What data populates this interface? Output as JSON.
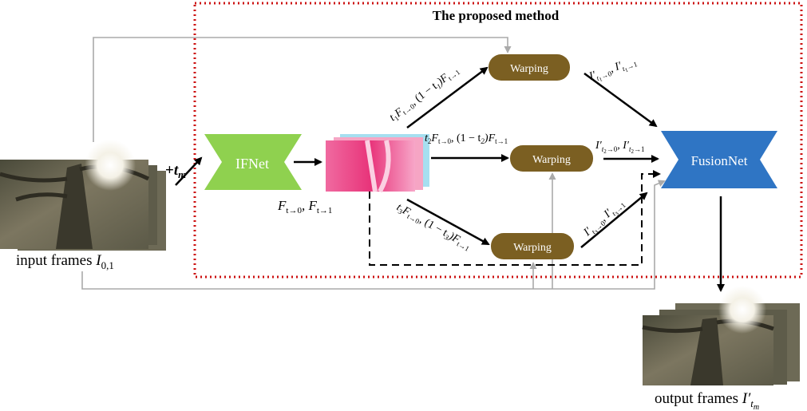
{
  "title": "The proposed method",
  "ifnet_label": "IFNet",
  "fusionnet_label": "FusionNet",
  "warping_labels": [
    "Warping",
    "Warping",
    "Warping"
  ],
  "input_caption": {
    "text": "input frames ",
    "sym": "I",
    "sub": "0,1"
  },
  "output_caption": {
    "text": "output frames ",
    "sym": "I′",
    "sub": "t",
    "subsub": "m"
  },
  "tm_label": {
    "plus": "+",
    "t": "t",
    "m": "m"
  },
  "flow_label": {
    "a": "F",
    "a_sub": "t→0",
    "b": ", F",
    "b_sub": "t→1"
  },
  "edge_labels": {
    "top": {
      "pre": "t",
      "pre_sub": "1",
      "mid": "F",
      "mid_sub": "t→0",
      "comma": ", (1 − t",
      "c_sub": "1",
      "close": ")F",
      "e_sub": "t→1"
    },
    "middle": {
      "pre": "t",
      "pre_sub": "2",
      "mid": "F",
      "mid_sub": "t→0",
      "comma": ", (1 − t",
      "c_sub": "2",
      "close": ")F",
      "e_sub": "t→1"
    },
    "bottom": {
      "pre": "t",
      "pre_sub": "3",
      "mid": "F",
      "mid_sub": "t→0",
      "comma": ", (1 − t",
      "c_sub": "3",
      "close": ")F",
      "e_sub": "t→1"
    }
  },
  "warp_out_labels": {
    "top": {
      "a": "I′",
      "a_sub": "t",
      "a_subsub": "1",
      "a_arrow": "→0",
      "b": ", I′",
      "b_sub": "t",
      "b_subsub": "1",
      "b_arrow": "→1"
    },
    "middle": {
      "a": "I′",
      "a_sub": "t",
      "a_subsub": "2",
      "a_arrow": "→0",
      "b": ", I′",
      "b_sub": "t",
      "b_subsub": "2",
      "b_arrow": "→1"
    },
    "bottom": {
      "a": "I′",
      "a_sub": "t",
      "a_subsub": "3",
      "a_arrow": "→0",
      "b": ", I′",
      "b_sub": "t",
      "b_subsub": "3",
      "b_arrow": "→1"
    }
  },
  "colors": {
    "ifnet": "#8fd14f",
    "fusionnet": "#2f75c4",
    "warping": "#7b5f22",
    "dashed_box": "#cc1111",
    "gray_line": "#aaaaaa"
  }
}
